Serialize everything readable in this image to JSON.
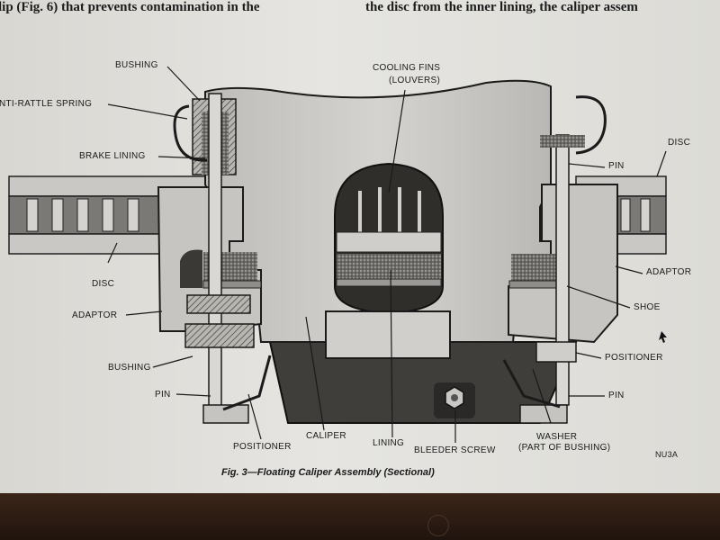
{
  "document": {
    "left_column_text": "lip (Fig. 6) that prevents contamination in the",
    "right_column_text": "the disc from the inner lining, the caliper assem"
  },
  "diagram": {
    "labels": {
      "bushing_top": "BUSHING",
      "cooling_fins": "COOLING FINS",
      "louvers": "(LOUVERS)",
      "anti_rattle": "ANTI-RATTLE SPRING",
      "brake_lining": "BRAKE LINING",
      "disc_left": "DISC",
      "adaptor_left": "ADAPTOR",
      "bushing_bottom": "BUSHING",
      "pin_left": "PIN",
      "positioner_left": "POSITIONER",
      "caliper": "CALIPER",
      "lining": "LINING",
      "bleeder_screw": "BLEEDER SCREW",
      "washer": "WASHER",
      "part_of_bushing": "(PART OF BUSHING)",
      "pin_right_top": "PIN",
      "disc_right": "DISC",
      "adaptor_right": "ADAPTOR",
      "shoe": "SHOE",
      "positioner_right": "POSITIONER",
      "pin_right_bottom": "PIN",
      "code": "NU3A"
    },
    "caption": "Fig. 3—Floating Caliper Assembly (Sectional)"
  },
  "colors": {
    "paper": "#e3e2de",
    "metal_light": "#cfcfcb",
    "metal_mid": "#a9a8a4",
    "metal_dark": "#3d3c3a",
    "ink": "#1a1a1a",
    "bezel": "#2b1b12"
  }
}
